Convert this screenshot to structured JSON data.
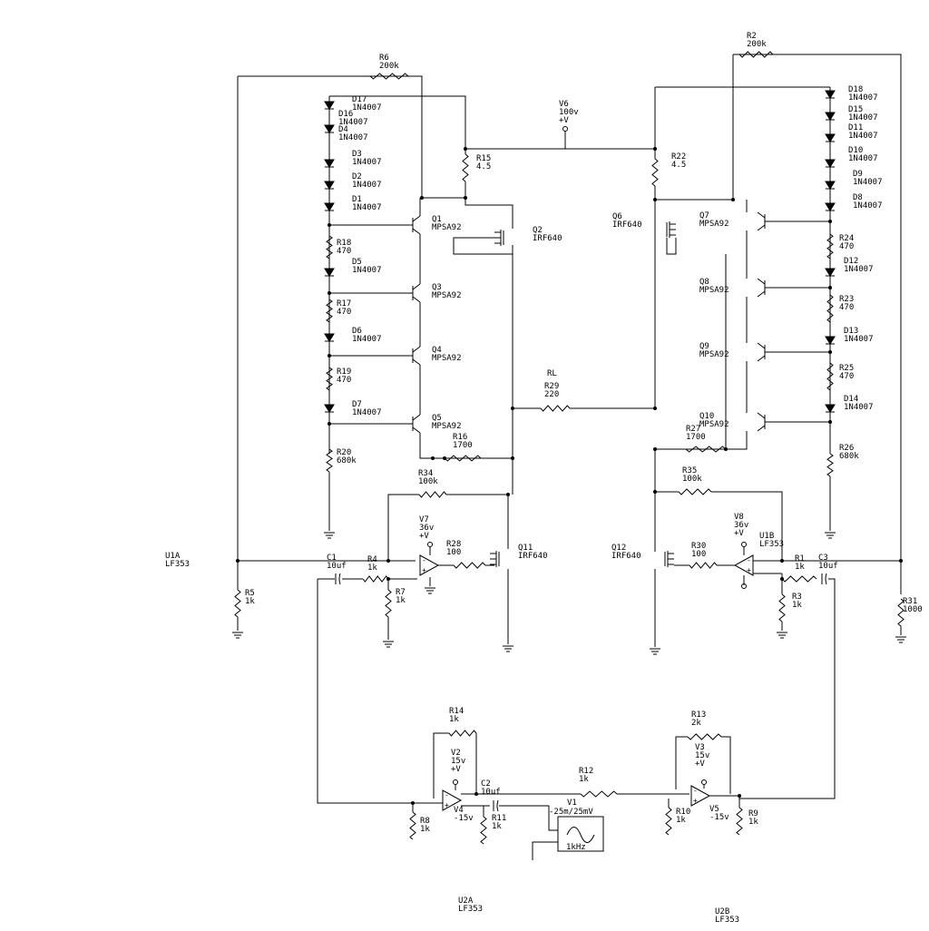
{
  "schematic": {
    "top_left": {
      "D17": [
        "D17",
        "1N4007"
      ],
      "D16": [
        "D16",
        "1N4007"
      ],
      "D4": [
        "D4",
        "1N4007"
      ],
      "D3": [
        "D3",
        "1N4007"
      ],
      "D2": [
        "D2",
        "1N4007"
      ],
      "D1": [
        "D1",
        "1N4007"
      ],
      "D5": [
        "D5",
        "1N4007"
      ],
      "D6": [
        "D6",
        "1N4007"
      ],
      "D7": [
        "D7",
        "1N4007"
      ],
      "R6": [
        "R6",
        "200k"
      ],
      "R15": [
        "R15",
        "4.5"
      ],
      "R18": [
        "R18",
        "470"
      ],
      "R17": [
        "R17",
        "470"
      ],
      "R19": [
        "R19",
        "470"
      ],
      "R20": [
        "R20",
        "680k"
      ],
      "R16": [
        "R16",
        "1700"
      ],
      "R34": [
        "R34",
        "100k"
      ],
      "R28": [
        "R28",
        "100"
      ],
      "R4": [
        "R4",
        "1k"
      ],
      "R5": [
        "R5",
        "1k"
      ],
      "R7": [
        "R7",
        "1k"
      ],
      "C1": [
        "C1",
        "10uf"
      ],
      "Q1": [
        "Q1",
        "MPSA92"
      ],
      "Q3": [
        "Q3",
        "MPSA92"
      ],
      "Q4": [
        "Q4",
        "MPSA92"
      ],
      "Q5": [
        "Q5",
        "MPSA92"
      ],
      "Q2": [
        "Q2",
        "IRF640"
      ],
      "Q11": [
        "Q11",
        "IRF640"
      ],
      "V7": [
        "V7",
        "36v",
        "+V"
      ],
      "U1A": [
        "U1A",
        "LF353"
      ]
    },
    "top_right": {
      "D18": [
        "D18",
        "1N4007"
      ],
      "D15": [
        "D15",
        "1N4007"
      ],
      "D11": [
        "D11",
        "1N4007"
      ],
      "D10": [
        "D10",
        "1N4007"
      ],
      "D9": [
        "D9",
        "1N4007"
      ],
      "D8": [
        "D8",
        "1N4007"
      ],
      "D12": [
        "D12",
        "1N4007"
      ],
      "D13": [
        "D13",
        "1N4007"
      ],
      "D14": [
        "D14",
        "1N4007"
      ],
      "R2": [
        "R2",
        "200k"
      ],
      "R22": [
        "R22",
        "4.5"
      ],
      "R24": [
        "R24",
        "470"
      ],
      "R23": [
        "R23",
        "470"
      ],
      "R25": [
        "R25",
        "470"
      ],
      "R26": [
        "R26",
        "680k"
      ],
      "R27": [
        "R27",
        "1700"
      ],
      "R35": [
        "R35",
        "100k"
      ],
      "R30": [
        "R30",
        "100"
      ],
      "R1": [
        "R1",
        "1k"
      ],
      "R3": [
        "R3",
        "1k"
      ],
      "R31": [
        "R31",
        "1000"
      ],
      "C3": [
        "C3",
        "10uf"
      ],
      "Q7": [
        "Q7",
        "MPSA92"
      ],
      "Q8": [
        "Q8",
        "MPSA92"
      ],
      "Q9": [
        "Q9",
        "MPSA92"
      ],
      "Q10": [
        "Q10",
        "MPSA92"
      ],
      "Q6": [
        "Q6",
        "IRF640"
      ],
      "Q12": [
        "Q12",
        "IRF640"
      ],
      "V8": [
        "V8",
        "36v",
        "+V"
      ],
      "U1B": [
        "U1B",
        "LF353"
      ]
    },
    "center": {
      "V6": [
        "V6",
        "100v",
        "+V"
      ],
      "RL": [
        "RL"
      ],
      "R29": [
        "R29",
        "220"
      ]
    },
    "bottom": {
      "R14": [
        "R14",
        "1k"
      ],
      "R13": [
        "R13",
        "2k"
      ],
      "R12": [
        "R12",
        "1k"
      ],
      "R8": [
        "R8",
        "1k"
      ],
      "R11": [
        "R11",
        "1k"
      ],
      "R10": [
        "R10",
        "1k"
      ],
      "R9": [
        "R9",
        "1k"
      ],
      "C2": [
        "C2",
        "10uf"
      ],
      "V2": [
        "V2",
        "15v",
        "+V"
      ],
      "V4": [
        "V4",
        "-15v"
      ],
      "V3": [
        "V3",
        "15v",
        "+V"
      ],
      "V5": [
        "V5",
        "-15v"
      ],
      "V1": [
        "V1",
        "-25m/25mV",
        "1kHz"
      ],
      "U2A": [
        "U2A",
        "LF353"
      ],
      "U2B": [
        "U2B",
        "LF353"
      ]
    }
  }
}
